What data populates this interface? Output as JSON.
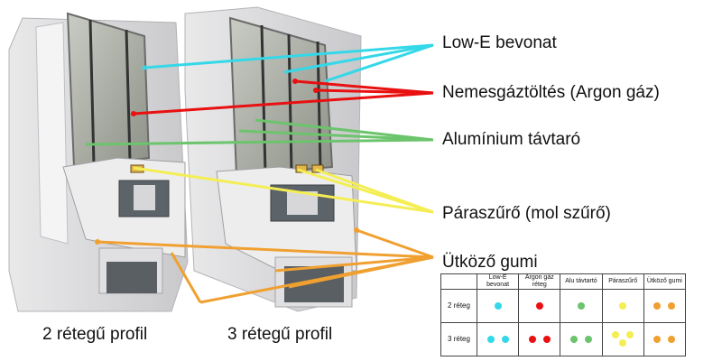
{
  "callouts": [
    {
      "id": "lowe",
      "label": "Low-E bevonat",
      "color": "#34d8e8"
    },
    {
      "id": "argon",
      "label": "Nemesgáztöltés (Argon gáz)",
      "color": "#e81010"
    },
    {
      "id": "alu",
      "label": "Alumínium távtaró",
      "color": "#6cc46c"
    },
    {
      "id": "mol",
      "label": "Páraszűrő (mol szűrő)",
      "color": "#f4ee55"
    },
    {
      "id": "gumi",
      "label": "Ütköző gumi",
      "color": "#f0a030"
    }
  ],
  "captions": {
    "left": "2 rétegű profil",
    "right": "3 rétegű profil"
  },
  "legend": {
    "columns": [
      "Low-E bevonat",
      "Argon gáz réteg",
      "Alu távtartó",
      "Páraszűrő",
      "Ütköző gumi"
    ],
    "rows": [
      {
        "label": "2 réteg",
        "counts": [
          1,
          1,
          1,
          1,
          2
        ]
      },
      {
        "label": "3 réteg",
        "counts": [
          2,
          2,
          2,
          3,
          2
        ]
      }
    ]
  }
}
